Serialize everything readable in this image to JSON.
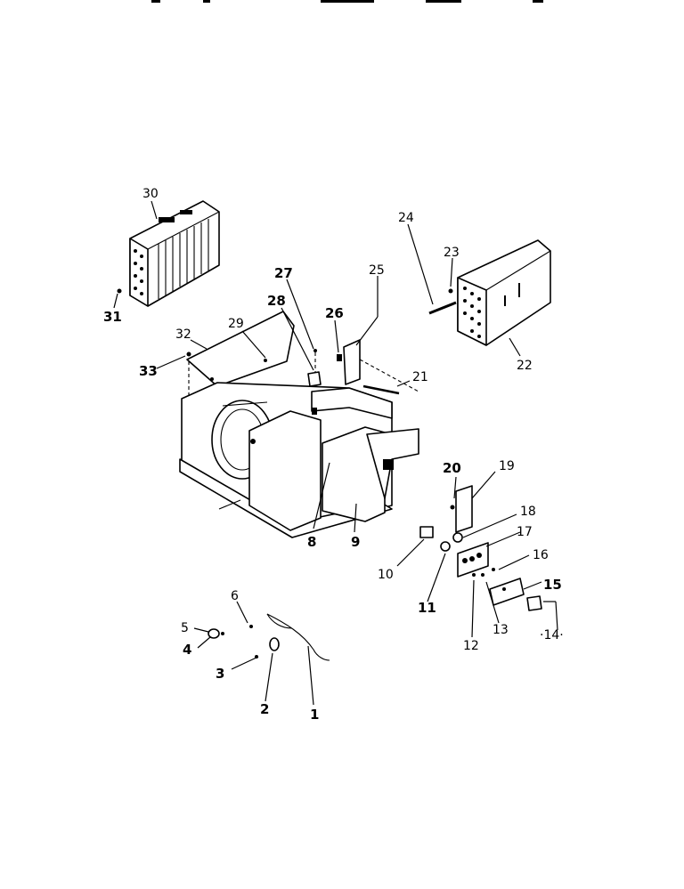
{
  "header": {
    "text": ""
  },
  "labels": [
    {
      "id": "1",
      "text": "1"
    },
    {
      "id": "2",
      "text": "2"
    },
    {
      "id": "3",
      "text": "3"
    },
    {
      "id": "4",
      "text": "4"
    },
    {
      "id": "5",
      "text": "5"
    },
    {
      "id": "6",
      "text": "6"
    },
    {
      "id": "8",
      "text": "8"
    },
    {
      "id": "9",
      "text": "9"
    },
    {
      "id": "10",
      "text": "10"
    },
    {
      "id": "11",
      "text": "11"
    },
    {
      "id": "12",
      "text": "12"
    },
    {
      "id": "13",
      "text": "13"
    },
    {
      "id": "14",
      "text": "·14·"
    },
    {
      "id": "15",
      "text": "15"
    },
    {
      "id": "16",
      "text": "16"
    },
    {
      "id": "17",
      "text": "17"
    },
    {
      "id": "18",
      "text": "18"
    },
    {
      "id": "19",
      "text": "19"
    },
    {
      "id": "20",
      "text": "20"
    },
    {
      "id": "21",
      "text": "21"
    },
    {
      "id": "22",
      "text": "22"
    },
    {
      "id": "23",
      "text": "23"
    },
    {
      "id": "24",
      "text": "24"
    },
    {
      "id": "25",
      "text": "25"
    },
    {
      "id": "26",
      "text": "26"
    },
    {
      "id": "27",
      "text": "27"
    },
    {
      "id": "28",
      "text": "28"
    },
    {
      "id": "29",
      "text": "29"
    },
    {
      "id": "30",
      "text": "30"
    },
    {
      "id": "31",
      "text": "31"
    },
    {
      "id": "32",
      "text": "32"
    },
    {
      "id": "33",
      "text": "33"
    }
  ]
}
